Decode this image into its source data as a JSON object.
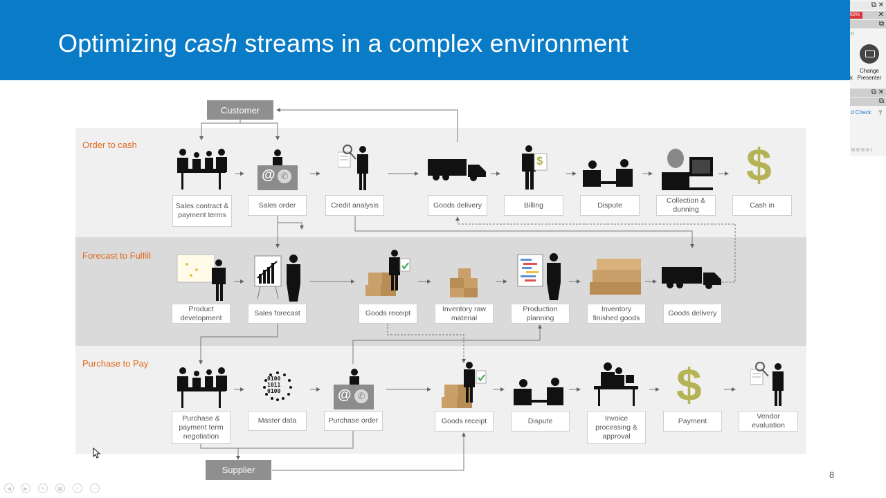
{
  "slide": {
    "title_prefix": "Optimizing ",
    "title_emph": "cash",
    "title_suffix": " streams in a complex environment",
    "page_number": "8"
  },
  "side_panel": {
    "percent": "60%",
    "change_presenter_line1": "Change",
    "change_presenter_line2": "Presenter",
    "link": "d Check",
    "help": "?",
    "close": "✕",
    "restore": "⧉",
    "n_label": "n",
    "k_label": "k"
  },
  "diagram": {
    "customer": "Customer",
    "supplier": "Supplier",
    "bands": [
      {
        "label": "Order to cash"
      },
      {
        "label": "Forecast to Fulfill"
      },
      {
        "label": "Purchase to Pay"
      }
    ],
    "order_to_cash": [
      {
        "line1": "Sales contract &",
        "line2": "payment terms"
      },
      {
        "line1": "Sales order",
        "line2": ""
      },
      {
        "line1": "Credit analysis",
        "line2": ""
      },
      {
        "line1": "Goods delivery",
        "line2": ""
      },
      {
        "line1": "Billing",
        "line2": ""
      },
      {
        "line1": "Dispute",
        "line2": ""
      },
      {
        "line1": "Collection &",
        "line2": "dunning"
      },
      {
        "line1": "Cash in",
        "line2": ""
      }
    ],
    "forecast_to_fulfill": [
      {
        "line1": "Product",
        "line2": "development"
      },
      {
        "line1": "Sales forecast",
        "line2": ""
      },
      {
        "line1": "Goods receipt",
        "line2": ""
      },
      {
        "line1": "Inventory raw",
        "line2": "material"
      },
      {
        "line1": "Production",
        "line2": "planning"
      },
      {
        "line1": "Inventory",
        "line2": "finished goods"
      },
      {
        "line1": "Goods delivery",
        "line2": ""
      }
    ],
    "purchase_to_pay": [
      {
        "line1": "Purchase &",
        "line2": "payment term",
        "line3": "negotiation"
      },
      {
        "line1": "Master data",
        "line2": "",
        "line3": ""
      },
      {
        "line1": "Purchase order",
        "line2": "",
        "line3": ""
      },
      {
        "line1": "Goods receipt",
        "line2": "",
        "line3": ""
      },
      {
        "line1": "Dispute",
        "line2": "",
        "line3": ""
      },
      {
        "line1": "Invoice",
        "line2": "processing &",
        "line3": "approval"
      },
      {
        "line1": "Payment",
        "line2": "",
        "line3": ""
      },
      {
        "line1": "Vendor",
        "line2": "evaluation",
        "line3": ""
      }
    ],
    "icon_text": {
      "dollar": "$",
      "at": "@",
      "phone": "✆",
      "binary1": "0100",
      "binary2": "1011",
      "binary3": "0100"
    }
  },
  "colors": {
    "header": "#0a7bc6",
    "band_label": "#e06a1e",
    "dollar": "#b5b355",
    "grey_box": "#8f8f8f"
  }
}
